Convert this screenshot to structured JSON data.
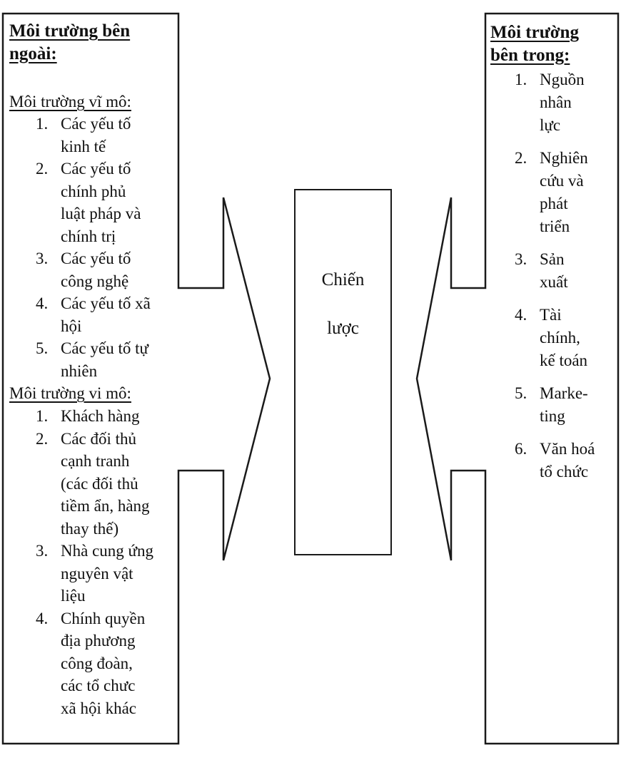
{
  "diagram": {
    "colors": {
      "line": "#1a1a1a",
      "background": "#ffffff",
      "text": "#111111"
    },
    "left_box": {
      "title": "Môi trường bên\nngoài:",
      "sections": [
        {
          "heading": "Môi trường vĩ mô:",
          "items": [
            {
              "num": "1.",
              "text": "Các yếu tố\nkinh tế"
            },
            {
              "num": "2.",
              "text": "Các yếu tố\nchính phủ\nluật pháp và\nchính trị"
            },
            {
              "num": "3.",
              "text": "Các yếu tố\ncông nghệ"
            },
            {
              "num": "4.",
              "text": "Các yếu tố xã\nhội"
            },
            {
              "num": "5.",
              "text": "Các yếu tố tự\nnhiên"
            }
          ]
        },
        {
          "heading": "Môi trường vi mô:",
          "items": [
            {
              "num": "1.",
              "text": "Khách hàng"
            },
            {
              "num": "2.",
              "text": "Các đối thủ\ncạnh tranh\n(các đối thủ\ntiềm ẩn, hàng\nthay thế)"
            },
            {
              "num": "3.",
              "text": "Nhà cung ứng\nnguyên vật\nliệu"
            },
            {
              "num": "4.",
              "text": "Chính quyền\nđịa phương\ncông đoàn,\ncác tổ chưc\nxã hội khác"
            }
          ]
        }
      ]
    },
    "center_box": {
      "line1": "Chiến",
      "line2": "lược"
    },
    "right_box": {
      "title": "Môi trường\nbên trong:",
      "items": [
        {
          "num": "1.",
          "text": "Nguồn\nnhân\nlực"
        },
        {
          "num": "2.",
          "text": "Nghiên\ncứu và\nphát\ntriển"
        },
        {
          "num": "3.",
          "text": "Sản\nxuất"
        },
        {
          "num": "4.",
          "text": "Tài\nchính,\nkế toán"
        },
        {
          "num": "5.",
          "text": "Marke-\nting"
        },
        {
          "num": "6.",
          "text": "Văn hoá\ntổ chức"
        }
      ]
    }
  }
}
